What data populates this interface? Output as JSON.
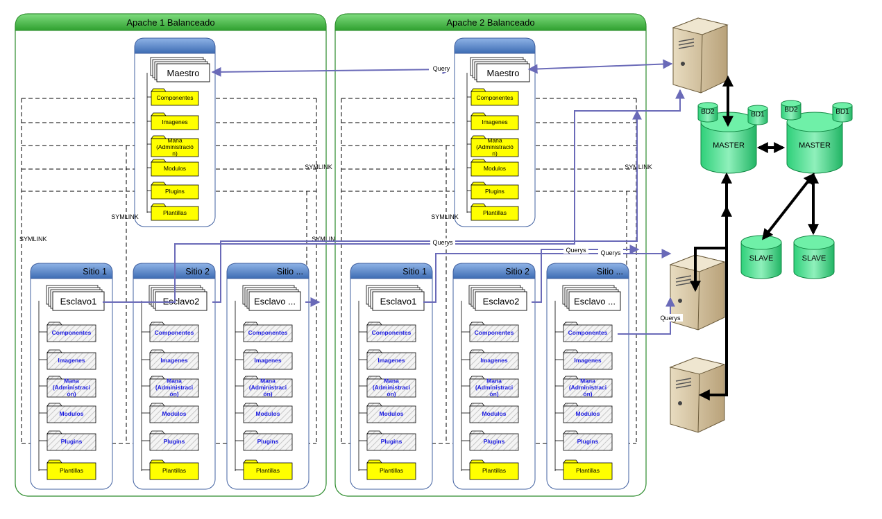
{
  "clusters": [
    {
      "title": "Apache 1 Balanceado",
      "master": {
        "label": "Maestro",
        "folders": [
          "Componentes",
          "Imagenes",
          "Mana (Administració n)",
          "Modulos",
          "Plugins",
          "Plantillas"
        ]
      },
      "sites": [
        {
          "header": "Sitio 1",
          "node": "Esclavo1"
        },
        {
          "header": "Sitio 2",
          "node": "Esclavo2"
        },
        {
          "header": "Sitio ...",
          "node": "Esclavo ..."
        }
      ],
      "symlink_labels": [
        "SYMLINK",
        "SYMLINK",
        "SYMLINK",
        "SYMLINK"
      ]
    },
    {
      "title": "Apache 2 Balanceado",
      "master": {
        "label": "Maestro",
        "folders": [
          "Componentes",
          "Imagenes",
          "Mana (Administració n)",
          "Modulos",
          "Plugins",
          "Plantillas"
        ]
      },
      "sites": [
        {
          "header": "Sitio 1",
          "node": "Esclavo1"
        },
        {
          "header": "Sitio 2",
          "node": "Esclavo2"
        },
        {
          "header": "Sitio ...",
          "node": "Esclavo ..."
        }
      ],
      "symlink_labels": [
        "SYMLINK",
        "SYMLINK"
      ]
    }
  ],
  "site_folders": [
    "Componentes",
    "Imagenes",
    "Mana (Administraci ón)",
    "Modulos",
    "Plugins",
    "Plantillas"
  ],
  "connection_labels": {
    "query": "Query",
    "querys_a": "Querys",
    "querys_b": "Querys",
    "querys_c": "Querys",
    "querys_d": "Querys"
  },
  "databases": {
    "master_left": {
      "label": "MASTER",
      "schemas": [
        "BD2",
        "BD1"
      ]
    },
    "master_right": {
      "label": "MASTER",
      "schemas": [
        "BD2",
        "BD1"
      ]
    },
    "slaves": [
      "SLAVE",
      "SLAVE"
    ]
  },
  "colors": {
    "cluster_border": "#2a8a2a",
    "cluster_header": "#3cb43c",
    "pane_header": "#4f7fc0",
    "pane_border": "#4060a0",
    "folder_yellow": "#ffff00",
    "link_blue": "#6a6ab8",
    "db_green": "#3ee08a",
    "server_beige": "#d8c8a0"
  },
  "icons": [
    "server-icon",
    "database-cylinder-icon",
    "folder-icon"
  ]
}
